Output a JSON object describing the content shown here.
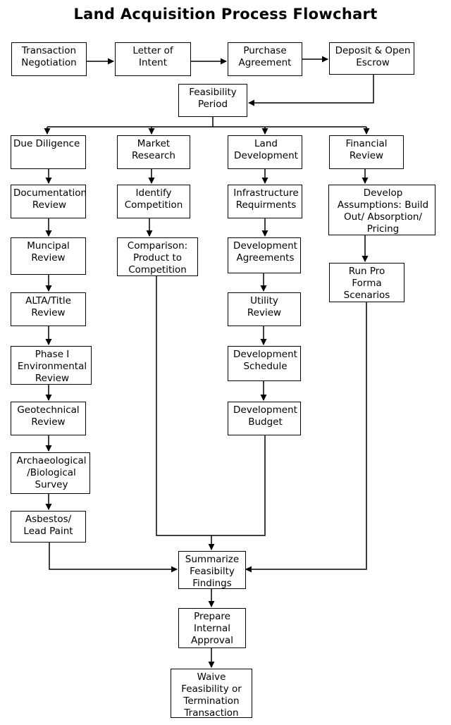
{
  "title": "Land Acquisition Process Flowchart",
  "nodes": {
    "n1": "Transaction\nNegotiation",
    "n2": "Letter of\nIntent",
    "n3": "Purchase\nAgreement",
    "n4": "Deposit & Open\nEscrow",
    "n5": "Feasibility\nPeriod",
    "dd": "Due Diligence",
    "mr": "Market\nResearch",
    "ld": "Land\nDevelopment",
    "fr": "Financial\nReview",
    "dd1": "Documentation\nReview",
    "dd2": "Muncipal\nReview",
    "dd3": "ALTA/Title\nReview",
    "dd4": "Phase I\nEnvironmental\nReview",
    "dd5": "Geotechnical\nReview",
    "dd6": "Archaeological\n/Biological\nSurvey",
    "dd7": "Asbestos/\nLead Paint",
    "mr1": "Identify\nCompetition",
    "mr2": "Comparison:\nProduct to\nCompetition",
    "ld1": "Infrastructure\nRequirments",
    "ld2": "Development\nAgreements",
    "ld3": "Utility\nReview",
    "ld4": "Development\nSchedule",
    "ld5": "Development\nBudget",
    "fr1": "Develop\nAssumptions: Build\nOut/ Absorption/\nPricing",
    "fr2": "Run Pro\nForma\nScenarios",
    "s1": "Summarize\nFeasibilty\nFindings",
    "s2": "Prepare\nInternal\nApproval",
    "s3": "Waive\nFeasibility or\nTermination\nTransaction"
  }
}
